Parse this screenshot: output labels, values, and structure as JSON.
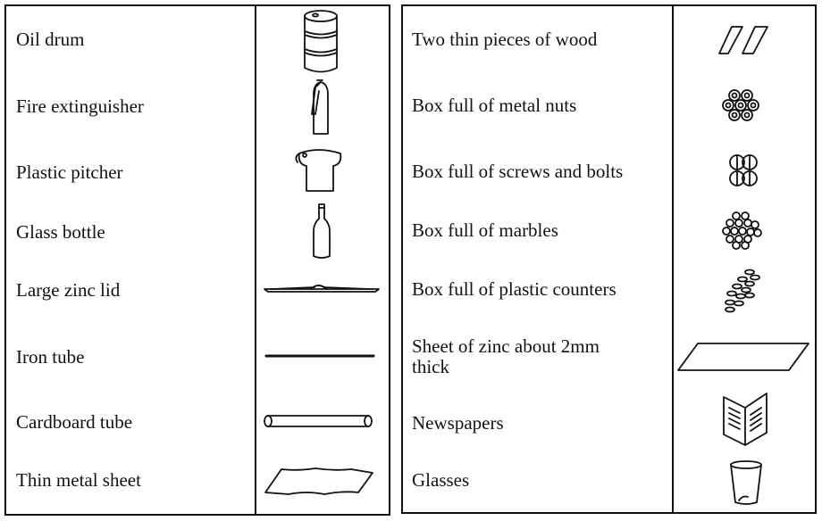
{
  "left_table": {
    "items": [
      {
        "label": "Oil drum",
        "icon": "oil-drum-icon"
      },
      {
        "label": "Fire extinguisher",
        "icon": "fire-extinguisher-icon"
      },
      {
        "label": "Plastic pitcher",
        "icon": "plastic-pitcher-icon"
      },
      {
        "label": "Glass bottle",
        "icon": "glass-bottle-icon"
      },
      {
        "label": "Large zinc lid",
        "icon": "zinc-lid-icon"
      },
      {
        "label": "Iron tube",
        "icon": "iron-tube-icon"
      },
      {
        "label": "Cardboard tube",
        "icon": "cardboard-tube-icon"
      },
      {
        "label": "Thin metal sheet",
        "icon": "metal-sheet-icon"
      }
    ]
  },
  "right_table": {
    "items": [
      {
        "label": "Two thin pieces of wood",
        "icon": "wood-pieces-icon"
      },
      {
        "label": "Box full of metal nuts",
        "icon": "metal-nuts-icon"
      },
      {
        "label": "Box full of screws and bolts",
        "icon": "screws-bolts-icon"
      },
      {
        "label": "Box full of marbles",
        "icon": "marbles-icon"
      },
      {
        "label": "Box full of plastic counters",
        "icon": "plastic-counters-icon"
      },
      {
        "label": "Sheet of zinc about 2mm",
        "label2": "thick",
        "icon": "zinc-sheet-icon"
      },
      {
        "label": "Newspapers",
        "icon": "newspapers-icon"
      },
      {
        "label": "Glasses",
        "icon": "glasses-icon"
      }
    ]
  }
}
